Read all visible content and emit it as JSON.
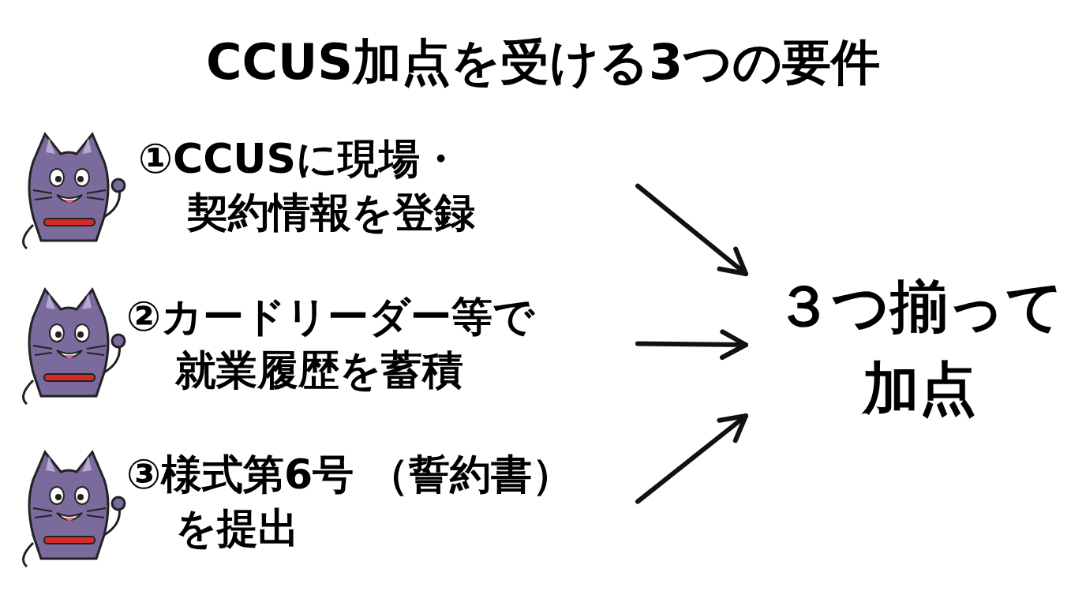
{
  "diagram": {
    "title": "CCUS加点を受ける3つの要件",
    "nodes": [
      {
        "text": [
          "①CCUSに現場・ 契約情報を登録"
        ]
      },
      {
        "text": [
          "②カードリーダー等で 就業履歴を蓄積"
        ]
      },
      {
        "text": [
          "③様式第6号 （誓約書）を提出"
        ]
      },
      {
        "text": [
          "３つ揃って 加点"
        ]
      }
    ],
    "edges": [
      {
        "from": 0,
        "to": 3,
        "arrow": "to"
      },
      {
        "from": 1,
        "to": 3,
        "arrow": "to"
      },
      {
        "from": 2,
        "to": 3,
        "arrow": "to"
      }
    ]
  }
}
